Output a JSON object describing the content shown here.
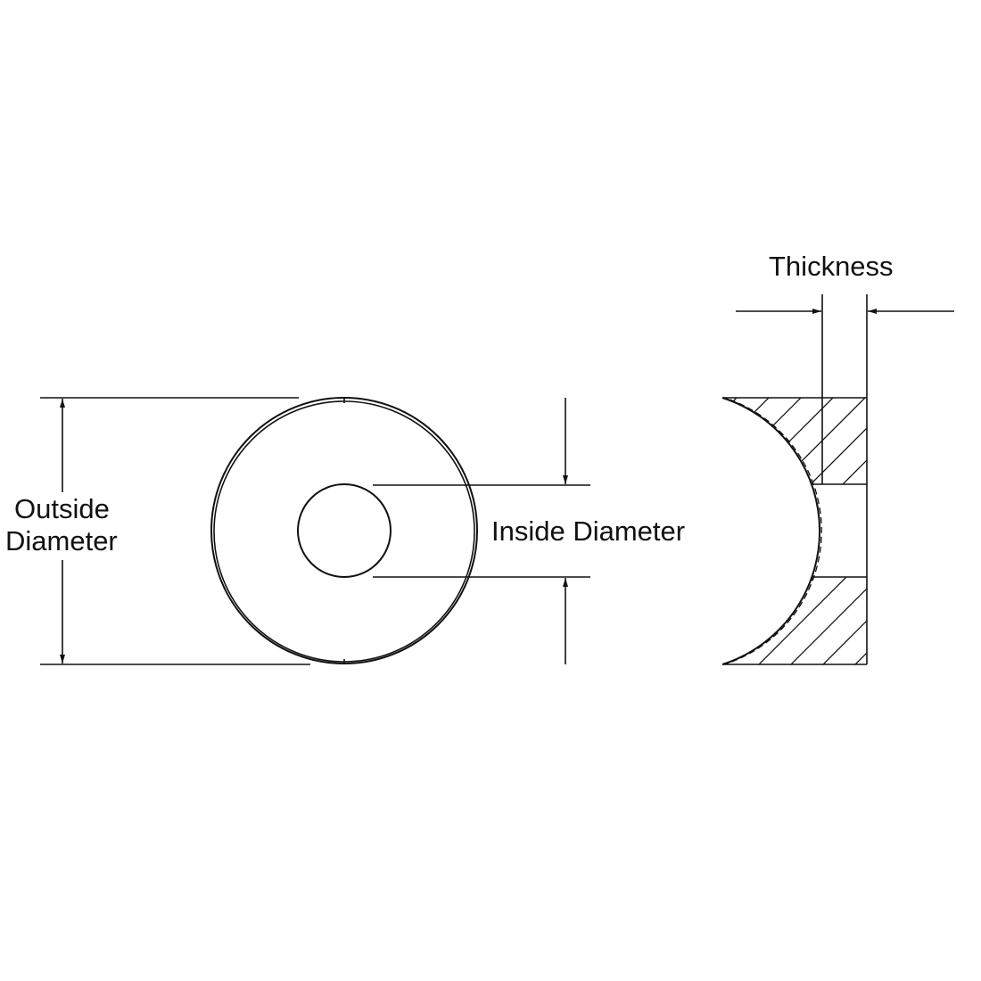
{
  "labels": {
    "outside_diameter_line1": "Outside",
    "outside_diameter_line2": "Diameter",
    "inside_diameter": "Inside Diameter",
    "thickness": "Thickness"
  },
  "colors": {
    "line": "#111111",
    "background": "#ffffff"
  }
}
